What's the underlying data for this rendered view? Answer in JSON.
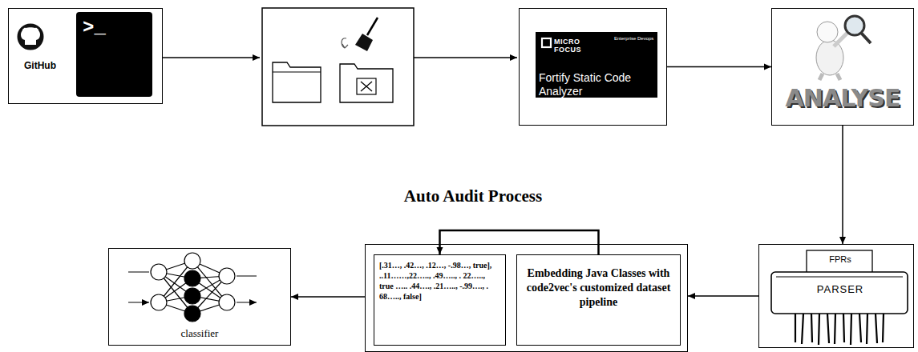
{
  "diagram": {
    "title": "Auto Audit Process",
    "nodes": [
      {
        "text": [
          "GitHub",
          ">_"
        ]
      },
      {
        "text": [
          "MICRO FOCUS",
          "Enterprise Devops",
          "Fortify Static Code Analyzer"
        ]
      },
      {
        "text": [
          "ANALYSE"
        ]
      },
      {
        "text": [
          "FPRs",
          "PARSER"
        ]
      },
      {
        "text": []
      },
      {
        "text": [
          "[.31…, .42…, .12…, -.98…, true], ..11……,22….., .49….., . 22….., true ….. .44…., .21….., -.99…., . 68….., false]"
        ],
        "in": 4
      },
      {
        "text": [
          "Embedding Java Classes with code2vec's customized dataset pipeline"
        ],
        "in": 4
      },
      {
        "text": [
          "classifier"
        ]
      }
    ],
    "edges": [
      {
        "from": 1,
        "to": 2,
        "arrow": "to"
      },
      {
        "from": 2,
        "to": 3,
        "arrow": "to"
      },
      {
        "from": 3,
        "to": 4,
        "arrow": "to"
      },
      {
        "from": 6,
        "to": 5,
        "arrow": "to"
      },
      {
        "from": 4,
        "to": 7,
        "arrow": "to"
      }
    ]
  }
}
